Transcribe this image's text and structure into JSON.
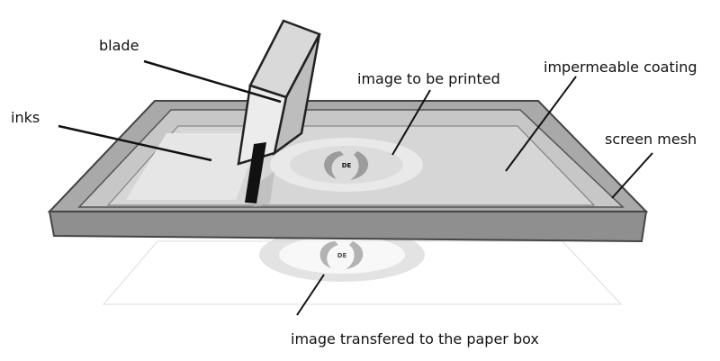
{
  "labels": {
    "blade": "blade",
    "inks": "inks",
    "image_to_be_printed": "image to be printed",
    "impermeable_coating": "impermeable coating",
    "screen_mesh": "screen mesh",
    "image_transferred": "image transfered to the paper box"
  },
  "logo_text": "DE",
  "colors": {
    "frame_top": "#a9a9a9",
    "frame_side": "#8f8f8f",
    "frame_edge": "#444444",
    "mesh": "#d6d6d6",
    "image_area": "#e2e2e2",
    "blade_face": "#ececec",
    "blade_top": "#d9d9d9",
    "ink": "#111111",
    "paper": "#ffffff",
    "print_ring": "#d9d9d9"
  }
}
